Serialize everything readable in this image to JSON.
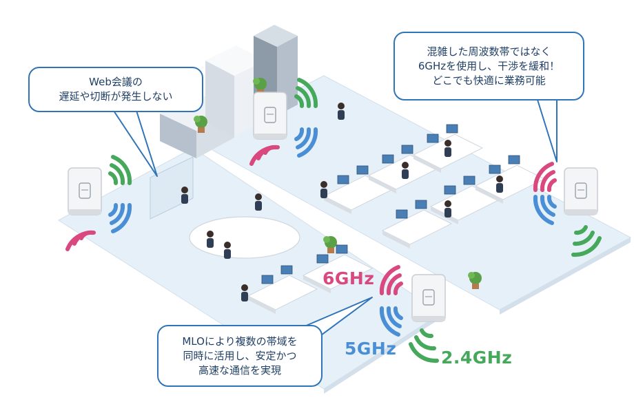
{
  "bubbles": {
    "web_meeting": {
      "line1": "Web会議の",
      "line2": "遅延や切断が発生しない"
    },
    "band_6ghz": {
      "line1": "混雑した周波数帯ではなく",
      "line2": "6GHzを使用し、干渉を緩和！",
      "line3": "どこでも快適に業務可能"
    },
    "mlo": {
      "line1": "MLOにより複数の帯域を",
      "line2": "同時に活用し、安定かつ",
      "line3": "高速な通信を実現"
    }
  },
  "bands": {
    "b6": "6GHz",
    "b5": "5GHz",
    "b24": "2.4GHz"
  },
  "colors": {
    "band_6ghz": "#d9487e",
    "band_5ghz": "#4a8fd6",
    "band_24ghz": "#45a85a",
    "bubble_border": "#2f74b8",
    "floor": "#e6f0f8"
  },
  "icons": {
    "access_point": "wifi-access-point-icon",
    "signal": "wifi-signal-arc-icon",
    "building": "office-building-icon",
    "plant": "potted-plant-icon"
  }
}
